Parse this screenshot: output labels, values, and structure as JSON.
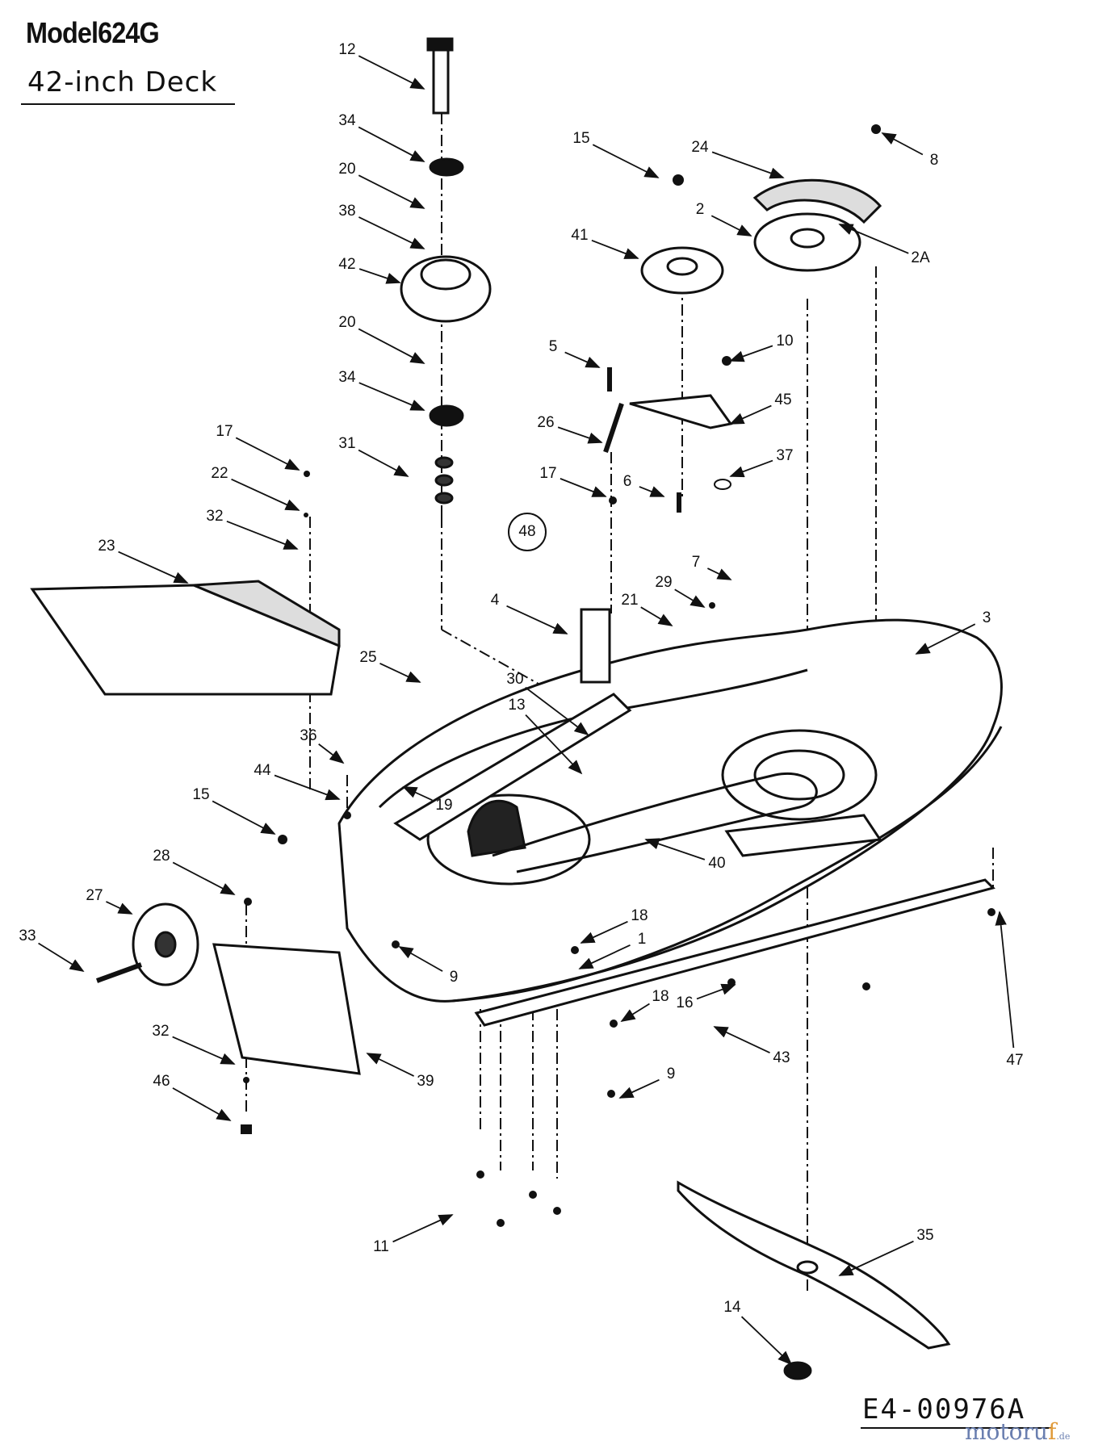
{
  "header": {
    "model": "Model624G",
    "deck": "42-inch Deck"
  },
  "footer": {
    "drawing_code": "E4-00976A",
    "watermark_main": "motoru",
    "watermark_accent": "f",
    "watermark_tld": ".de"
  },
  "callouts": {
    "c1": "1",
    "c2": "2",
    "c2A": "2A",
    "c3": "3",
    "c4": "4",
    "c5": "5",
    "c6": "6",
    "c7": "7",
    "c8": "8",
    "c9a": "9",
    "c9b": "9",
    "c10": "10",
    "c11": "11",
    "c12": "12",
    "c13": "13",
    "c14": "14",
    "c15a": "15",
    "c15b": "15",
    "c16": "16",
    "c17a": "17",
    "c17b": "17",
    "c18a": "18",
    "c18b": "18",
    "c19": "19",
    "c20a": "20",
    "c20b": "20",
    "c21": "21",
    "c22": "22",
    "c23": "23",
    "c24": "24",
    "c25": "25",
    "c26": "26",
    "c27": "27",
    "c28": "28",
    "c29": "29",
    "c30": "30",
    "c31": "31",
    "c32a": "32",
    "c32b": "32",
    "c33": "33",
    "c34a": "34",
    "c34b": "34",
    "c35": "35",
    "c36": "36",
    "c37": "37",
    "c38": "38",
    "c39": "39",
    "c40": "40",
    "c41": "41",
    "c42": "42",
    "c43": "43",
    "c44": "44",
    "c45": "45",
    "c46": "46",
    "c47": "47",
    "c48": "48"
  }
}
